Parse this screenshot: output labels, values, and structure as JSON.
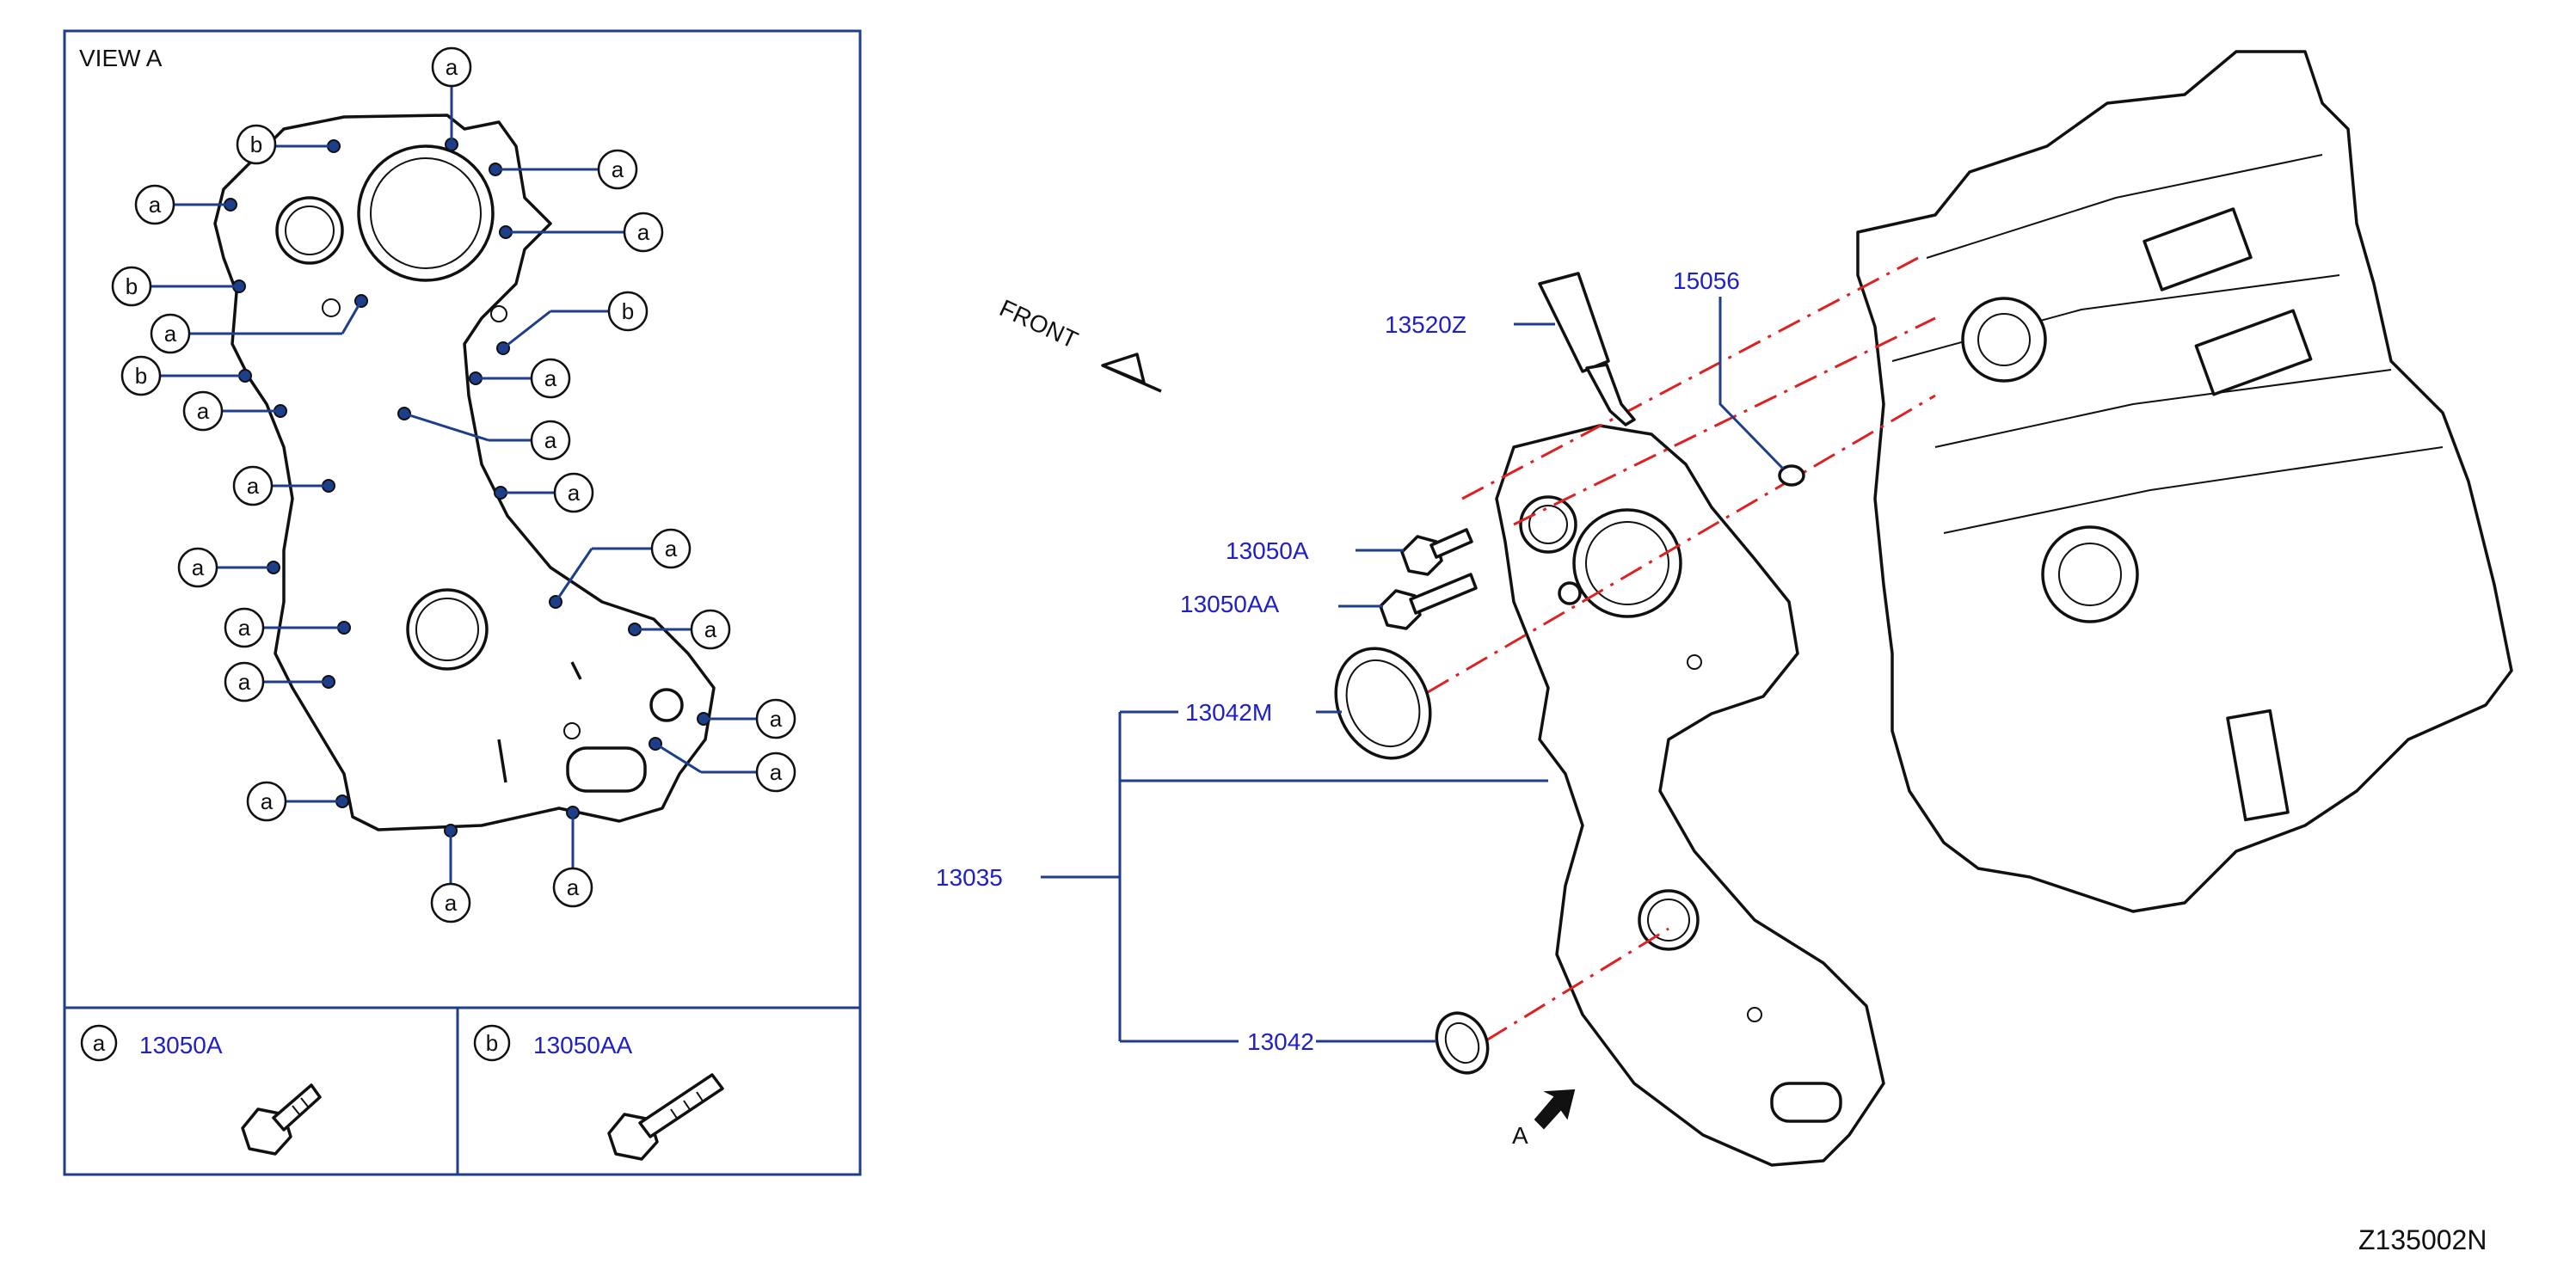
{
  "view_title": "VIEW   A",
  "front_label": "FRONT",
  "arrow_label": "A",
  "figure_code": "Z135002N",
  "legend": {
    "a": {
      "letter": "a",
      "part": "13050A"
    },
    "b": {
      "letter": "b",
      "part": "13050AA"
    }
  },
  "parts": {
    "p13520Z": "13520Z",
    "p15056": "15056",
    "p13050A": "13050A",
    "p13050AA": "13050AA",
    "p13042M": "13042M",
    "p13035": "13035",
    "p13042": "13042"
  },
  "callouts": [
    "a",
    "b",
    "a",
    "a",
    "b",
    "a",
    "b",
    "a",
    "b",
    "a",
    "a",
    "a",
    "a",
    "a",
    "a",
    "a",
    "a",
    "a",
    "a",
    "a",
    "a",
    "a",
    "a"
  ]
}
